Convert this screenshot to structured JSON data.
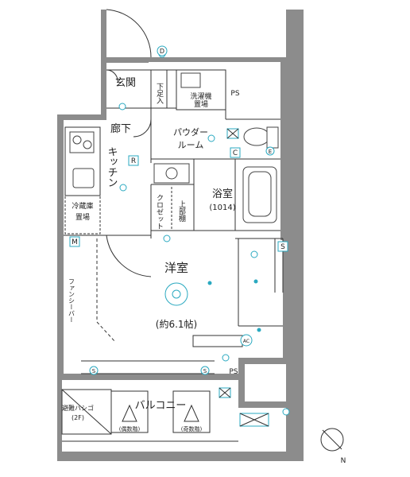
{
  "rooms": {
    "entrance": "玄関",
    "shoe_storage": "下足入",
    "washer_space_1": "洗濯機",
    "washer_space_2": "置場",
    "pipe_space_top": "PS",
    "corridor": "廊下",
    "powder_room_1": "パウダー",
    "powder_room_2": "ルーム",
    "kitchen": "キッチン",
    "bathroom": "浴室",
    "bathroom_size": "(1014)",
    "closet": "クロゼット",
    "upper_storage": "上部棚",
    "fridge_space_1": "冷蔵庫",
    "fridge_space_2": "置場",
    "range_hood": "ファンシーバー",
    "western_room": "洋室",
    "western_room_size": "(約6.1帖)",
    "pipe_space_bottom": "PS",
    "balcony": "バルコニー",
    "escape_ladder_1": "避難ハシゴ",
    "escape_ladder_2": "(2F)",
    "even_floor": "(偶数階)",
    "odd_floor": "(奇数階)"
  },
  "markers": {
    "d_top": "D",
    "s_right": "S",
    "m_left": "M",
    "r_mark": "R",
    "c_mark": "C",
    "e_mark": "E",
    "ac_mark": "AC",
    "s_bottom": "S",
    "s_balcony": "S"
  },
  "compass": {
    "label": "N"
  },
  "colors": {
    "wall": "#8c8c8c",
    "accent": "#2aa9c0",
    "line": "#333333"
  }
}
